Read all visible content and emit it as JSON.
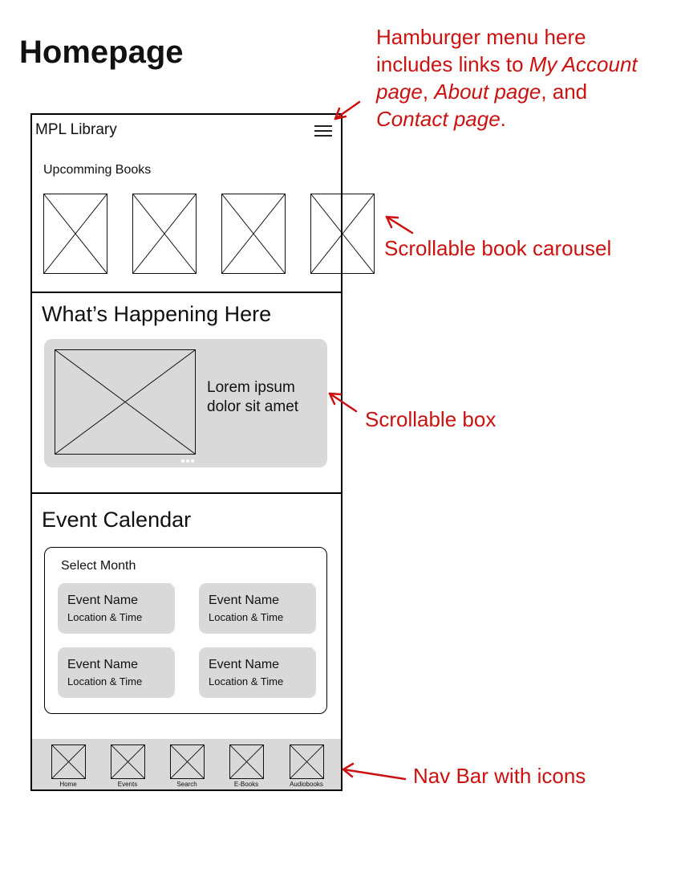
{
  "page_title": "Homepage",
  "header": {
    "app_title": "MPL Library",
    "menu_icon": "hamburger-menu-icon"
  },
  "upcoming": {
    "label": "Upcomming Books",
    "books": 4
  },
  "happening": {
    "heading": "What’s Happening Here",
    "card_text": "Lorem ipsum dolor sit amet"
  },
  "calendar": {
    "heading": "Event Calendar",
    "select_label": "Select Month",
    "events": [
      {
        "name": "Event Name",
        "meta": "Location & Time"
      },
      {
        "name": "Event Name",
        "meta": "Location & Time"
      },
      {
        "name": "Event Name",
        "meta": "Location & Time"
      },
      {
        "name": "Event Name",
        "meta": "Location & Time"
      }
    ]
  },
  "nav": [
    {
      "label": "Home"
    },
    {
      "label": "Events"
    },
    {
      "label": "Search"
    },
    {
      "label": "E-Books"
    },
    {
      "label": "Audiobooks"
    }
  ],
  "annotations": {
    "menu": {
      "line1": "Hamburger menu here",
      "line2_prefix": "includes links to ",
      "link1": "My Account",
      "link2": "page",
      "sep1": ", ",
      "link3": "About page",
      "sep2": ", and",
      "link4": "Contact page",
      "end": "."
    },
    "carousel": "Scrollable book carousel",
    "box": "Scrollable box",
    "navbar": "Nav Bar with icons"
  },
  "colors": {
    "annotation": "#cc1111",
    "placeholder_fill": "#d9d9d9"
  }
}
